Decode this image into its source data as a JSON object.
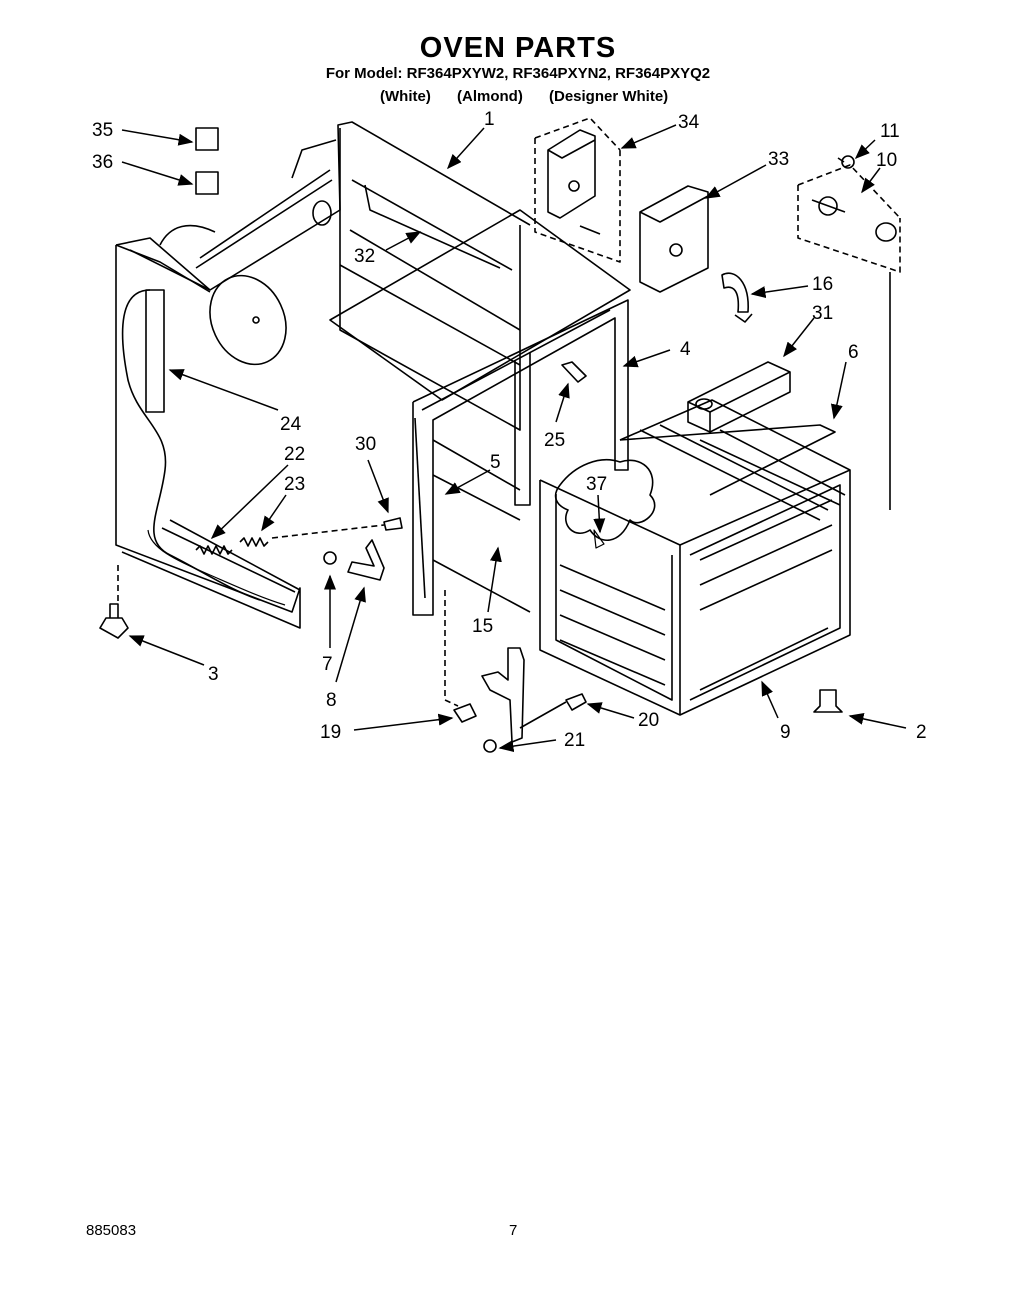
{
  "header": {
    "title": "OVEN PARTS",
    "model_line": "For Model: RF364PXYW2, RF364PXYN2, RF364PXYQ2",
    "variants": [
      "(White)",
      "(Almond)",
      "(Designer White)"
    ]
  },
  "callouts": [
    "35",
    "36",
    "1",
    "34",
    "11",
    "10",
    "33",
    "32",
    "16",
    "31",
    "4",
    "6",
    "24",
    "25",
    "30",
    "22",
    "5",
    "23",
    "37",
    "15",
    "7",
    "3",
    "8",
    "19",
    "20",
    "9",
    "2",
    "21"
  ],
  "footer": {
    "doc_code": "885083",
    "page_number": "7"
  }
}
